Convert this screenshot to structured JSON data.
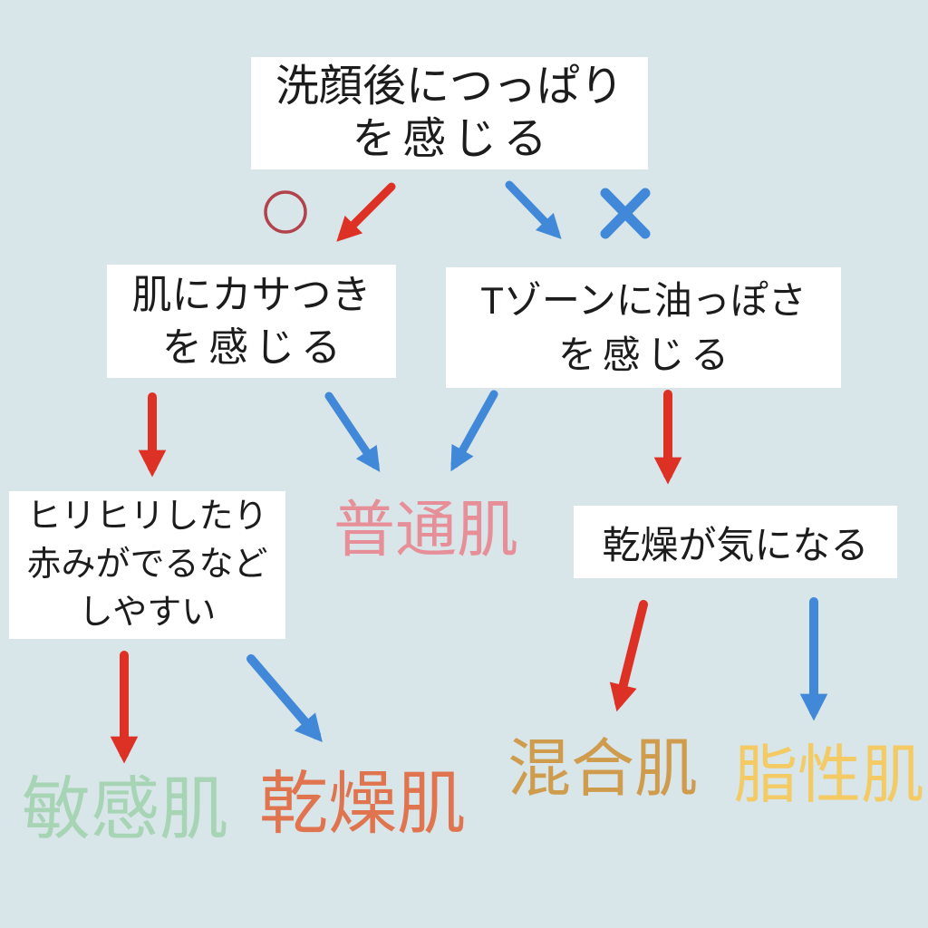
{
  "page": {
    "background": "#d8e5e9"
  },
  "colors": {
    "yes_red": "#de3126",
    "no_blue": "#4189d8",
    "circle_red": "#b2434c",
    "box_bg": "#ffffff",
    "text": "#1c1c1c",
    "normal_pink": "#e78f98",
    "sensitive_green": "#a7d4b5",
    "dry_orange": "#e0744e",
    "combination_tan": "#cf9b4d",
    "oily_yellow": "#f3ca63"
  },
  "legend": {
    "yes_symbol": "○",
    "no_symbol": "×"
  },
  "nodes": {
    "start": {
      "lines": [
        "洗顔後につっぱり",
        "を感じる"
      ]
    },
    "dryness_check": {
      "lines": [
        "肌にカサつき",
        "を感じる"
      ]
    },
    "tzone_check": {
      "lines": [
        "Tゾーンに油っぽさ",
        "を感じる"
      ]
    },
    "irritation": {
      "lines": [
        "ヒリヒリしたり",
        "赤みがでるなど",
        "しやすい"
      ]
    },
    "dry_concern": {
      "lines": [
        "乾燥が気になる"
      ]
    }
  },
  "results": {
    "normal": "普通肌",
    "sensitive": "敏感肌",
    "dry": "乾燥肌",
    "combination": "混合肌",
    "oily": "脂性肌"
  },
  "edges": [
    {
      "from": "start",
      "answer": "yes",
      "to": "dryness_check"
    },
    {
      "from": "start",
      "answer": "no",
      "to": "tzone_check"
    },
    {
      "from": "dryness_check",
      "answer": "yes",
      "to": "irritation"
    },
    {
      "from": "dryness_check",
      "answer": "no",
      "to": "normal"
    },
    {
      "from": "tzone_check",
      "answer": "no",
      "to": "normal"
    },
    {
      "from": "tzone_check",
      "answer": "yes",
      "to": "dry_concern"
    },
    {
      "from": "irritation",
      "answer": "yes",
      "to": "sensitive"
    },
    {
      "from": "irritation",
      "answer": "no",
      "to": "dry"
    },
    {
      "from": "dry_concern",
      "answer": "yes",
      "to": "combination"
    },
    {
      "from": "dry_concern",
      "answer": "no",
      "to": "oily"
    }
  ]
}
